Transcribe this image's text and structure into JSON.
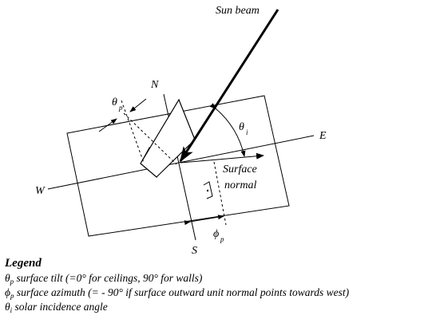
{
  "diagram": {
    "sun_beam": "Sun beam",
    "north": "N",
    "south": "S",
    "east": "E",
    "west": "W",
    "surface_normal_line1": "Surface",
    "surface_normal_line2": "normal",
    "theta_symbol": "θ",
    "phi_symbol": "ϕ",
    "sub_p": "p",
    "sub_i": "i"
  },
  "legend": {
    "heading": "Legend",
    "items": [
      {
        "symbol": "θ",
        "subscript": "p",
        "text": "surface tilt (=0° for ceilings, 90° for walls)"
      },
      {
        "symbol": "ϕ",
        "subscript": "p",
        "text": "surface azimuth (= - 90° if surface outward unit normal points towards west)"
      },
      {
        "symbol": "θ",
        "subscript": "i",
        "text": "solar incidence angle"
      }
    ]
  }
}
